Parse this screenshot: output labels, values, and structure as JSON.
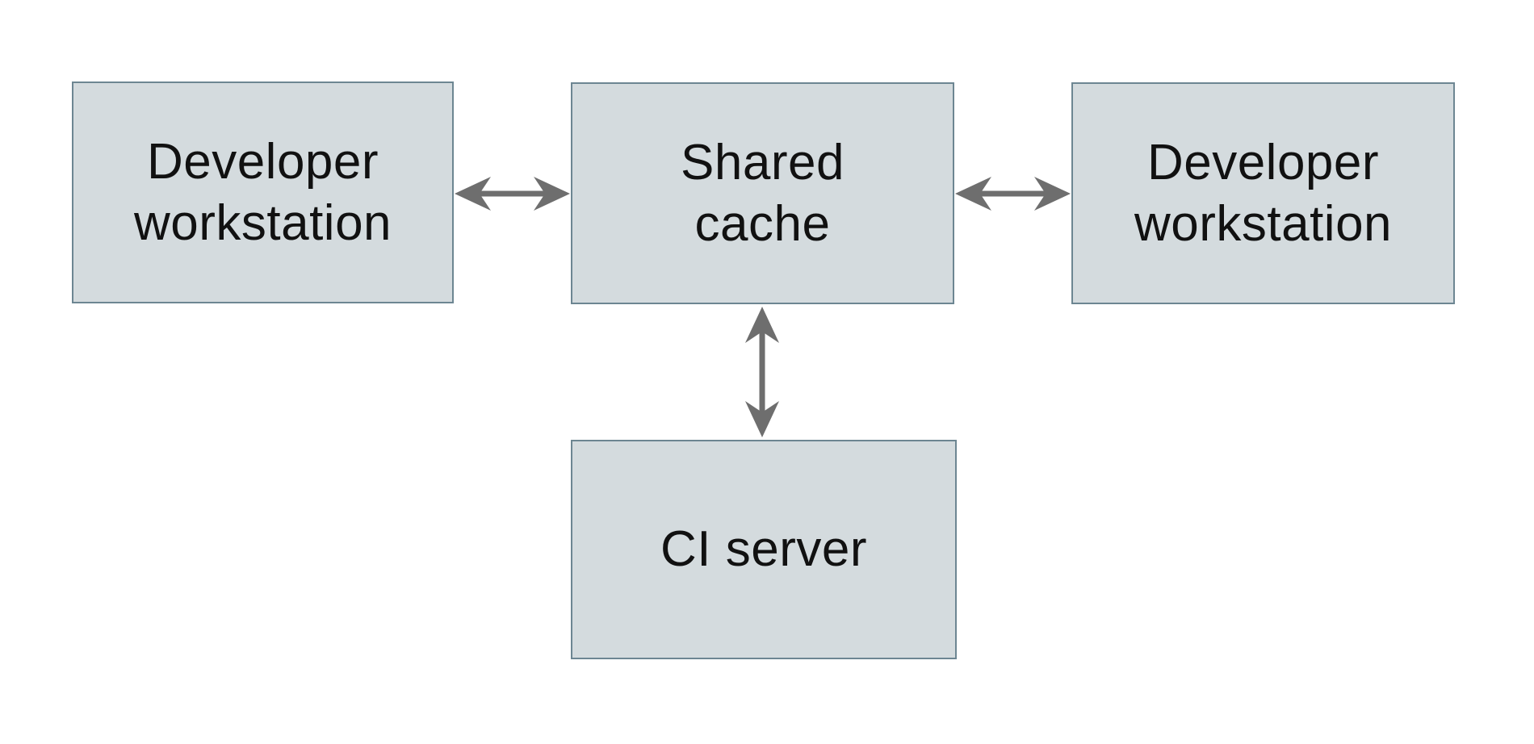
{
  "diagram": {
    "type": "architecture-diagram",
    "background": "#ffffff",
    "nodes": [
      {
        "id": "developer-workstation-left",
        "label": "Developer workstation",
        "lines": [
          "Developer",
          "workstation"
        ]
      },
      {
        "id": "shared-cache",
        "label": "Shared cache",
        "lines": [
          "Shared",
          "cache"
        ]
      },
      {
        "id": "developer-workstation-right",
        "label": "Developer workstation",
        "lines": [
          "Developer",
          "workstation"
        ]
      },
      {
        "id": "ci-server",
        "label": "CI server",
        "lines": [
          "CI server"
        ]
      }
    ],
    "edges": [
      {
        "from": "developer-workstation-left",
        "to": "shared-cache",
        "direction": "bidirectional",
        "orientation": "horizontal"
      },
      {
        "from": "shared-cache",
        "to": "developer-workstation-right",
        "direction": "bidirectional",
        "orientation": "horizontal"
      },
      {
        "from": "shared-cache",
        "to": "ci-server",
        "direction": "bidirectional",
        "orientation": "vertical"
      }
    ],
    "colors": {
      "node_fill": "#d4dbde",
      "node_border": "#6d8692",
      "arrow": "#6e6e6e",
      "text": "#111111",
      "background": "#ffffff"
    }
  }
}
